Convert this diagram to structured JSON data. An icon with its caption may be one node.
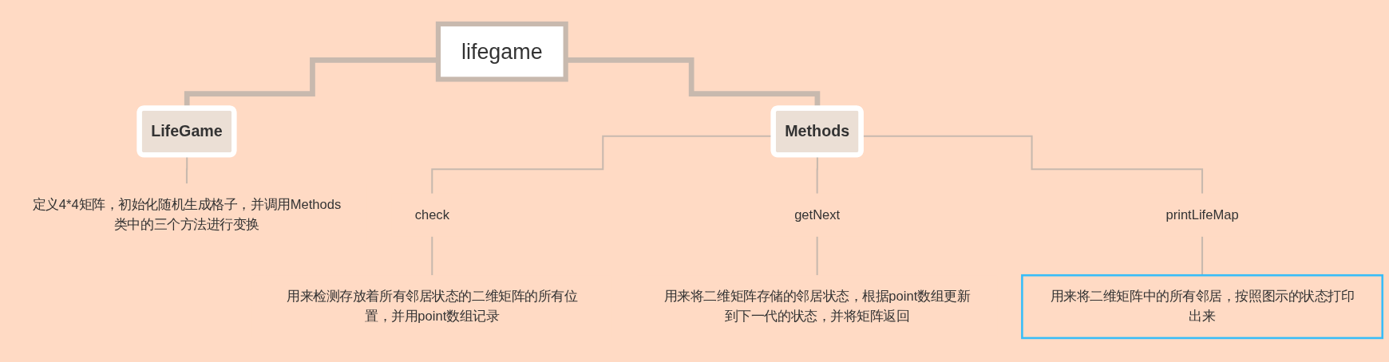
{
  "diagram": {
    "nodes": [
      {
        "text": [
          "lifegame"
        ]
      },
      {
        "text": [
          "LifeGame"
        ]
      },
      {
        "text": [
          "定义4*4矩阵，初始化随机生成格子，并调用Methods类中的三个方法进行变换"
        ]
      },
      {
        "text": [
          "Methods"
        ]
      },
      {
        "text": [
          "check"
        ]
      },
      {
        "text": [
          "用来检测存放着所有邻居状态的二维矩阵的所有位置，并用point数组记录"
        ]
      },
      {
        "text": [
          "getNext"
        ]
      },
      {
        "text": [
          "用来将二维矩阵存储的邻居状态，根据point数组更新到下一代的状态，并将矩阵返回"
        ]
      },
      {
        "text": [
          "printLifeMap"
        ]
      },
      {
        "text": [
          "用来将二维矩阵中的所有邻居，按照图示的状态打印出来"
        ]
      }
    ],
    "edges": [
      {
        "from": 0,
        "to": 1,
        "arrow": "none",
        "style": "thick"
      },
      {
        "from": 0,
        "to": 3,
        "arrow": "none",
        "style": "thick"
      },
      {
        "from": 1,
        "to": 2,
        "arrow": "none"
      },
      {
        "from": 3,
        "to": 4,
        "arrow": "none"
      },
      {
        "from": 3,
        "to": 6,
        "arrow": "none"
      },
      {
        "from": 3,
        "to": 8,
        "arrow": "none"
      },
      {
        "from": 4,
        "to": 5,
        "arrow": "none"
      },
      {
        "from": 6,
        "to": 7,
        "arrow": "none"
      },
      {
        "from": 8,
        "to": 9,
        "arrow": "none"
      }
    ]
  }
}
